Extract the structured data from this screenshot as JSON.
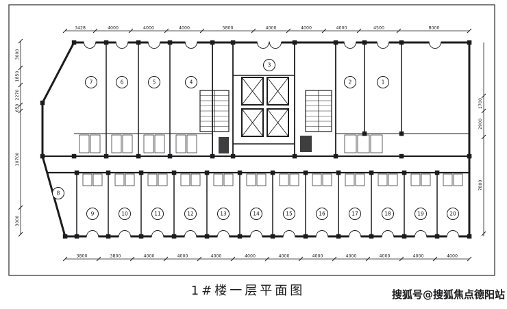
{
  "meta": {
    "drawing_title": "1#楼一层平面图",
    "watermark": "搜狐号@搜狐焦点德阳站"
  },
  "colors": {
    "ink": "#1c1c1e",
    "watermark_red": "#e23b30",
    "paper": "#ffffff"
  },
  "room_numbers": [
    "1",
    "2",
    "3",
    "4",
    "5",
    "6",
    "7",
    "8",
    "9",
    "10",
    "11",
    "12",
    "13",
    "14",
    "15",
    "16",
    "17",
    "18",
    "19",
    "20"
  ],
  "dimensions": {
    "top": [
      "3428",
      "4000",
      "4000",
      "4000",
      "5800",
      "4000",
      "4000",
      "4000",
      "4500",
      "8000"
    ],
    "bottom": [
      "3800",
      "3800",
      "4000",
      "4000",
      "4000",
      "4000",
      "4000",
      "4000",
      "4000",
      "4000",
      "4000",
      "4000"
    ],
    "left": [
      "3000",
      "1850",
      "2270",
      "650",
      "10700",
      "3000"
    ],
    "right": [
      "1700",
      "2900",
      "7800"
    ]
  }
}
